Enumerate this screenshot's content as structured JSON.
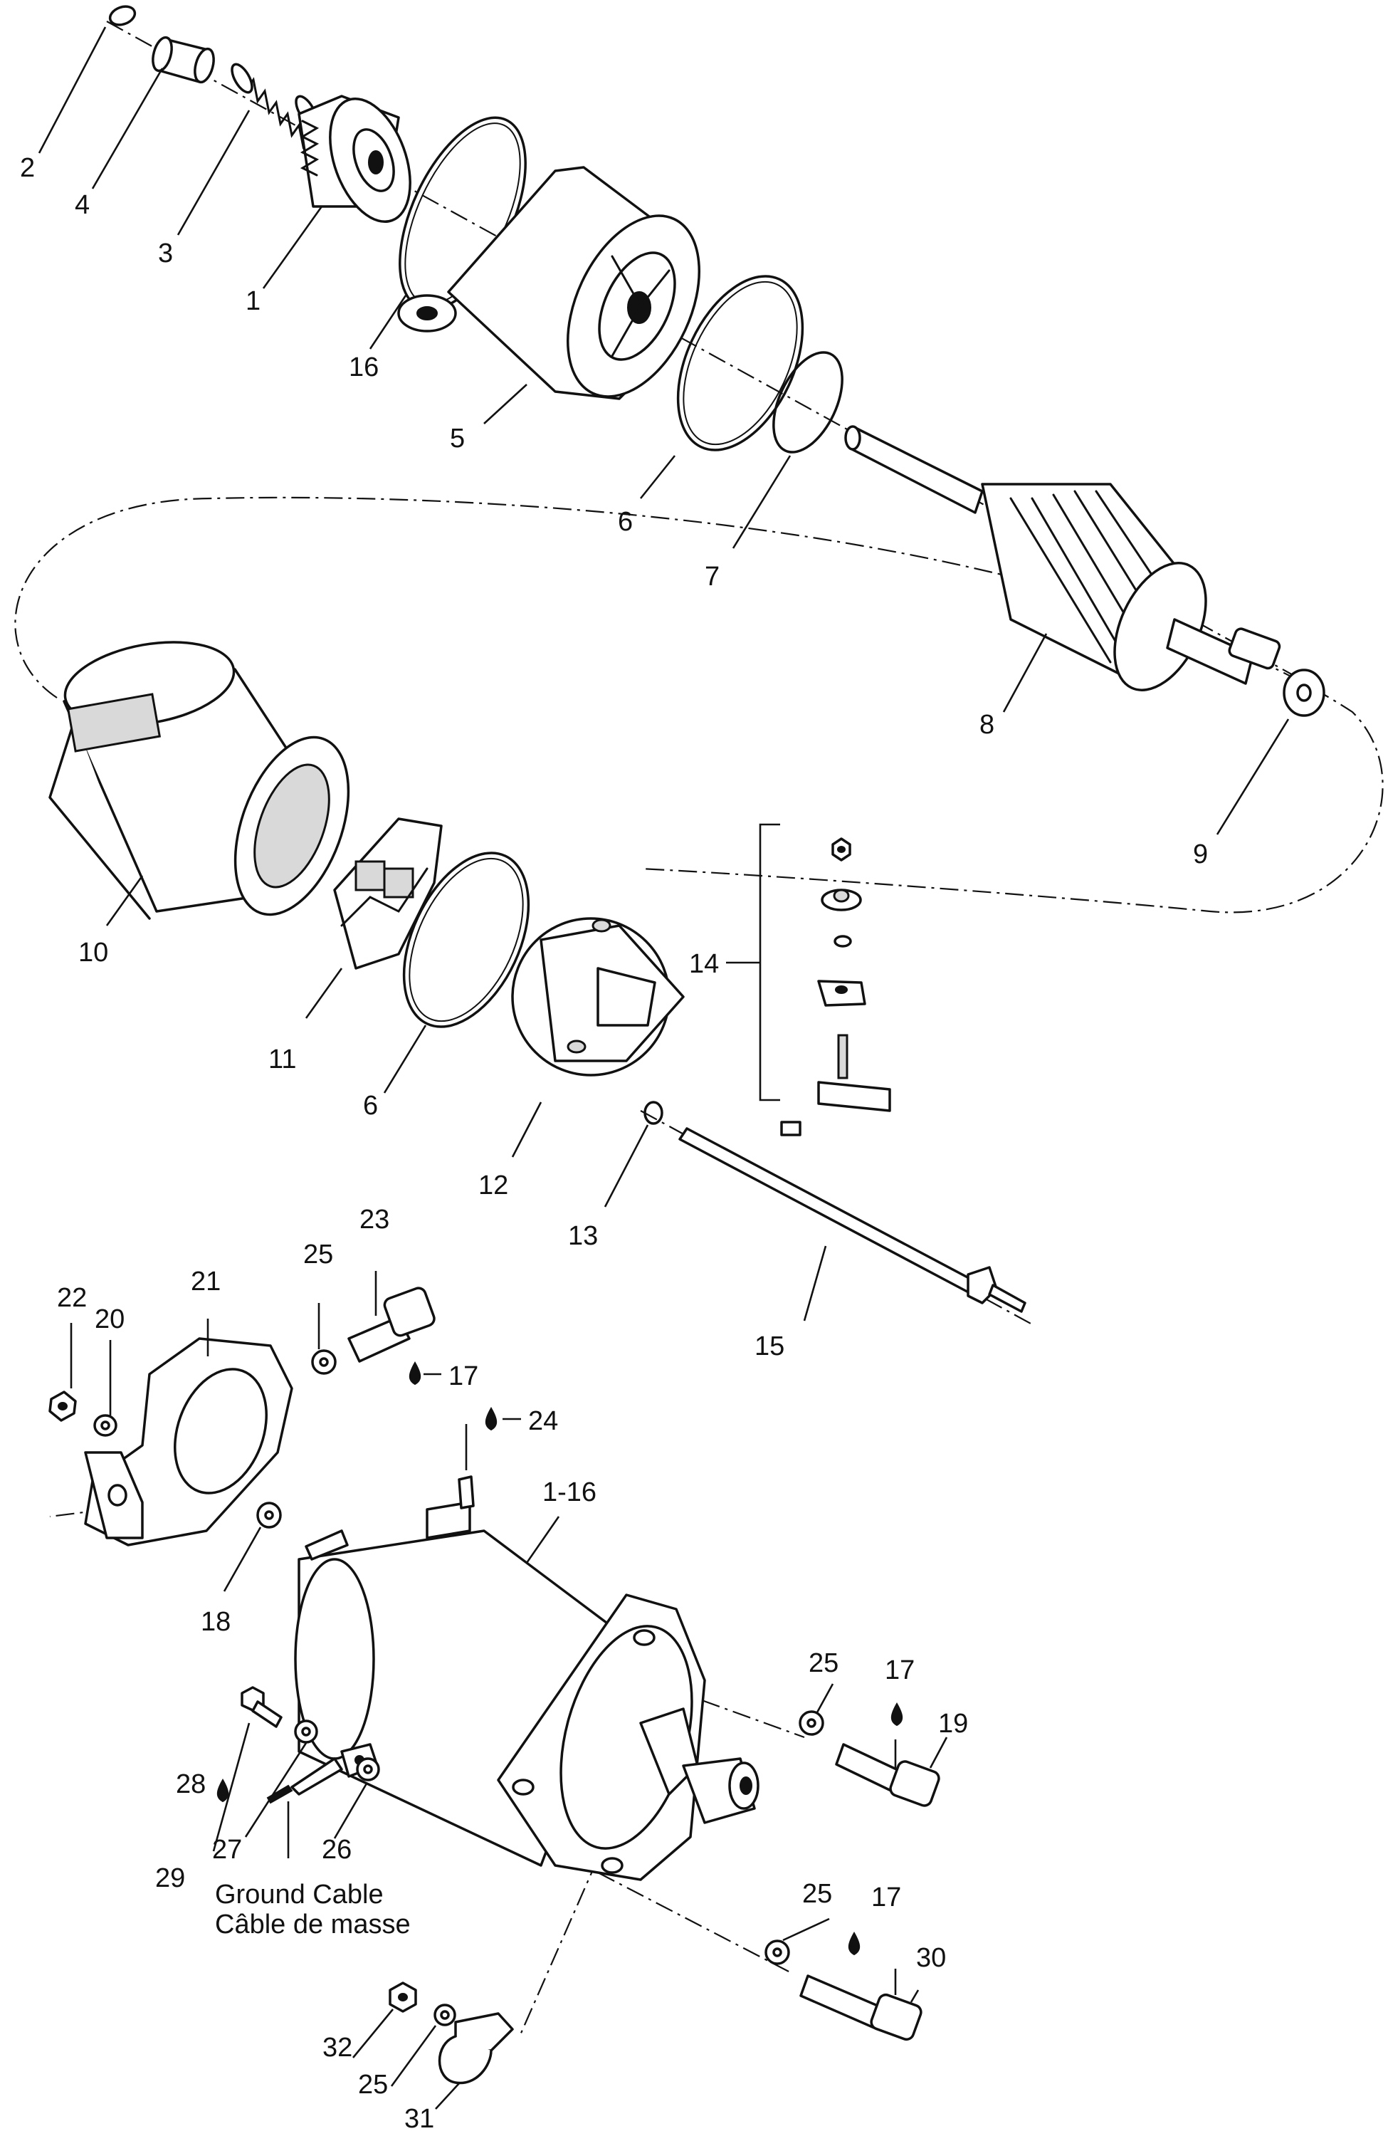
{
  "labels": {
    "l1": "1",
    "l2": "2",
    "l3": "3",
    "l4": "4",
    "l5": "5",
    "l6a": "6",
    "l6b": "6",
    "l7": "7",
    "l8": "8",
    "l9": "9",
    "l10": "10",
    "l11": "11",
    "l12": "12",
    "l13": "13",
    "l14": "14",
    "l15": "15",
    "l16": "16",
    "l17a": "17",
    "l17b": "17",
    "l17c": "17",
    "l18": "18",
    "l19": "19",
    "l20": "20",
    "l21": "21",
    "l22": "22",
    "l23": "23",
    "l24": "24",
    "l25a": "25",
    "l25b": "25",
    "l25c": "25",
    "l25d": "25",
    "l26": "26",
    "l27": "27",
    "l28": "28",
    "l29": "29",
    "l30": "30",
    "l31": "31",
    "l32": "32",
    "l116": "1-16"
  },
  "captions": {
    "ground_cable_en": "Ground Cable",
    "ground_cable_fr": "Câble de masse"
  }
}
